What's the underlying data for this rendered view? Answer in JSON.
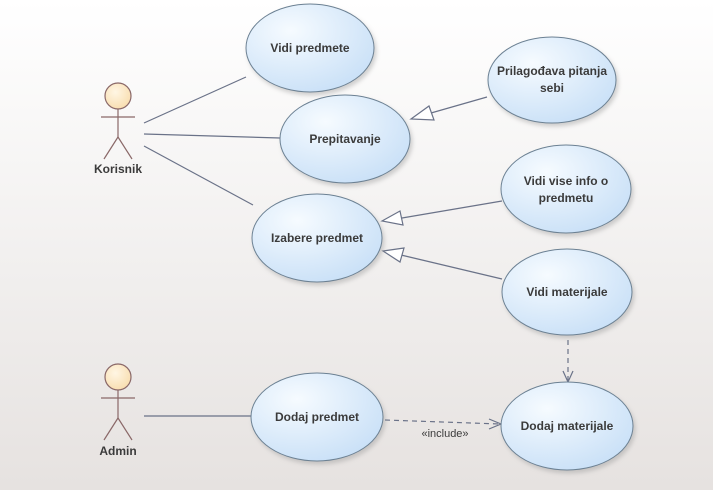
{
  "actors": {
    "korisnik": "Korisnik",
    "admin": "Admin"
  },
  "use_cases": {
    "vidi_predmete": [
      "Vidi predmete"
    ],
    "prilagodava": [
      "Prilagođava pitanja",
      "sebi"
    ],
    "prepitavanje": [
      "Prepitavanje"
    ],
    "vidi_vise": [
      "Vidi vise info o",
      "predmetu"
    ],
    "izabere_predmet": [
      "Izabere predmet"
    ],
    "vidi_materijale": [
      "Vidi materijale"
    ],
    "dodaj_predmet": [
      "Dodaj predmet"
    ],
    "dodaj_materijale": [
      "Dodaj materijale"
    ]
  },
  "relations": {
    "include_label": "«include»"
  },
  "colors": {
    "usecase_fill_light": "#f4f9ff",
    "usecase_fill_dark": "#c7e0f8",
    "usecase_stroke": "#6c8193",
    "actor_head": "#fde7c0",
    "actor_stroke": "#8a6868",
    "line": "#6a7288"
  }
}
